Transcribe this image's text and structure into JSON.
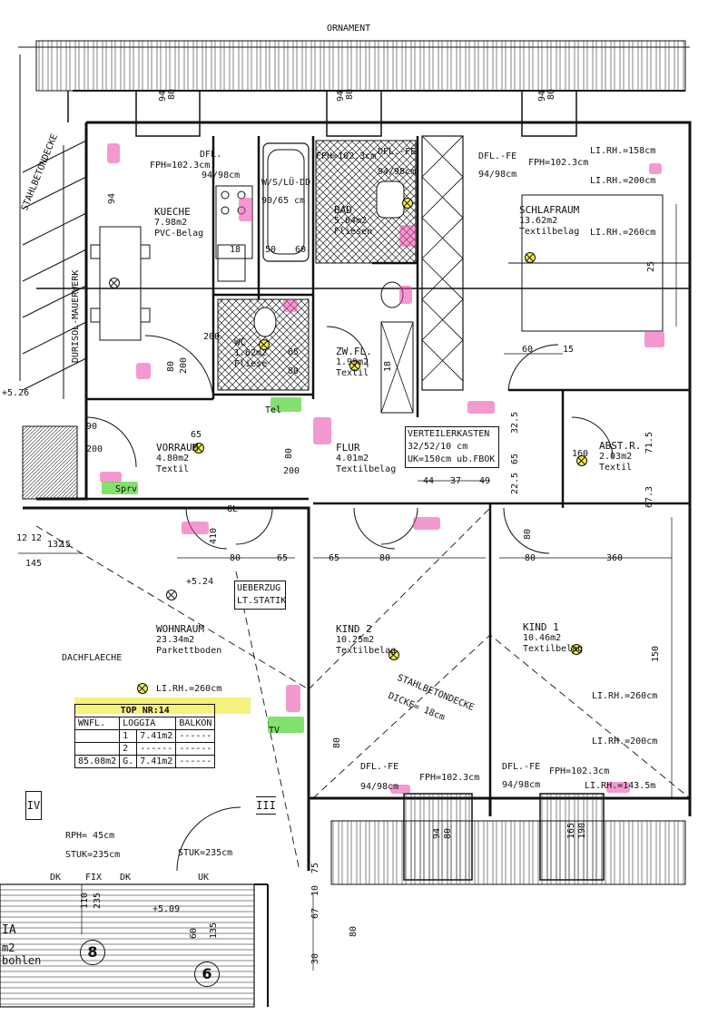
{
  "header": {
    "ornament": "ORNAMENT"
  },
  "rooms": {
    "kueche": {
      "name": "KUECHE",
      "area": "7.98m2",
      "floor": "PVC-Belag"
    },
    "bad": {
      "name": "BAD",
      "area": "5.04m2",
      "floor": "Fliesen"
    },
    "schlafraum": {
      "name": "SCHLAFRAUM",
      "area": "13.62m2",
      "floor": "Textilbelag"
    },
    "wc": {
      "name": "WC",
      "area": "1.62m2",
      "floor": "Fliese"
    },
    "zwfl": {
      "name": "ZW.FL.",
      "area": "1.99m2",
      "floor": "Textil"
    },
    "vorraum": {
      "name": "VORRAUM",
      "area": "4.80m2",
      "floor": "Textil"
    },
    "flur": {
      "name": "FLUR",
      "area": "4.01m2",
      "floor": "Textilbelag"
    },
    "abstr": {
      "name": "ABST.R.",
      "area": "2.03m2",
      "floor": "Textil"
    },
    "wohnraum": {
      "name": "WOHNRAUM",
      "area": "23.34m2",
      "floor": "Parkettboden"
    },
    "kind2": {
      "name": "KIND 2",
      "area": "10.25m2",
      "floor": "Textilbelag"
    },
    "kind1": {
      "name": "KIND 1",
      "area": "10.46m2",
      "floor": "Textilbelag"
    }
  },
  "labels": {
    "fph1": "FPH=102.3cm",
    "dfl1": "DFL.",
    "dfl1_size": "94/98cm",
    "fph2": "FPH=102.3cm",
    "dfl2": "DFL.-FE",
    "dfl2_size": "94/98cm",
    "fph3": "FPH=102.3cm",
    "dfl3": "DFL.-FE",
    "dfl3_size": "94/98cm",
    "lirh1": "LI.RH.=158cm",
    "lirh2": "LI.RH.=200cm",
    "lirh3": "LI.RH.=260cm",
    "lirh4": "LI.RH.=260cm",
    "lirh5": "LI.RH.=260cm",
    "lirh6": "LI.RH.=200cm",
    "lirh7": "LI.RH.=143.5m",
    "dfl4": "DFL.-FE",
    "dfl4_size": "94/98cm",
    "fph4": "FPH=102.3cm",
    "dfl5": "DFL.-FE",
    "dfl5_size": "94/98cm",
    "fph5": "FPH=102.3cm",
    "whs": "W/S/LÜ-DD",
    "whs_size": "90/65 cm",
    "verteiler1": "VERTEILERKASTEN",
    "verteiler2": "32/52/10 cm",
    "verteiler3": "UK=150cm ub.FBOK",
    "ueberzug1": "UEBERZUG",
    "ueberzug2": "LT.STATIK",
    "dachflaeche": "DACHFLAECHE",
    "stahl1": "STAHLBETONDECKE",
    "stahl2": "DICKE= 18cm",
    "stahl_left": "STAHLBETONDECKE",
    "dursol": "DURISOL-MAUERWERK",
    "tel": "Tel",
    "tv": "TV",
    "sprv": "Sprv",
    "rph": "RPH= 45cm",
    "stuk1": "STUK=235cm",
    "stuk2": "STUK=235cm",
    "dk1": "DK",
    "fix": "FIX",
    "dk2": "DK",
    "uk": "UK",
    "level1": "+5.24",
    "level2": "+5.26",
    "level3": "+5.09",
    "ia": "IA",
    "m2": "m2",
    "bohlen": "bohlen",
    "gl": "GL"
  },
  "dims": [
    "80",
    "200",
    "90",
    "200",
    "80",
    "200",
    "65",
    "80",
    "15",
    "60",
    "22.5",
    "32.5",
    "65",
    "44",
    "37",
    "49",
    "65",
    "80",
    "80",
    "65",
    "65",
    "80",
    "80",
    "160",
    "410",
    "360",
    "150",
    "25",
    "71.5",
    "67.3",
    "94",
    "80",
    "94",
    "80",
    "94",
    "80",
    "94",
    "80",
    "94",
    "80",
    "165",
    "190",
    "110",
    "235",
    "60",
    "135",
    "67",
    "80",
    "30",
    "10",
    "75",
    "50",
    "60",
    "18",
    "18",
    "12",
    "12",
    "132",
    "15",
    "145",
    "200"
  ],
  "top_table": {
    "title": "TOP NR:14",
    "headers": [
      "WNFL.",
      "LOGGIA",
      "BALKON"
    ],
    "rows": [
      [
        "",
        "1",
        "7.41m2",
        "------"
      ],
      [
        "",
        "2",
        "------",
        "------"
      ],
      [
        "85.08m2",
        "G.",
        "7.41m2",
        "------"
      ]
    ]
  },
  "axes": {
    "iv": "IV",
    "iii": "III",
    "eight": "8",
    "six": "6"
  },
  "colors": {
    "highlight_pink": "#eb46aa",
    "highlight_green": "#5ad73c",
    "lamp_yellow": "#f4ef4a"
  }
}
